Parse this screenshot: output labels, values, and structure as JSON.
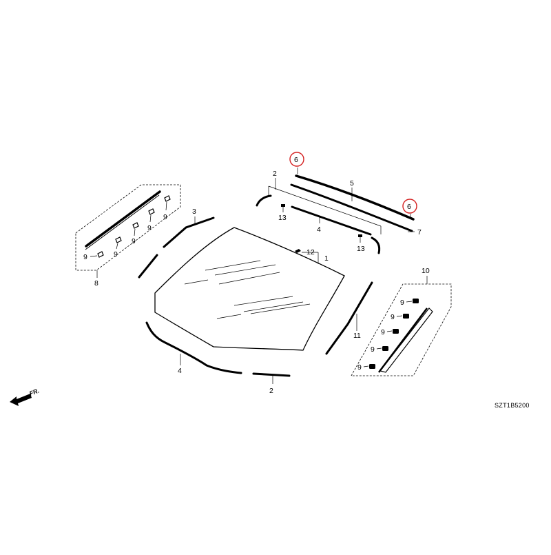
{
  "diagram": {
    "code": "SZT1B5200",
    "front_marker": "FR.",
    "highlight_color": "#d42020",
    "labels": {
      "p1": "1",
      "p2_top": "2",
      "p2_bottom": "2",
      "p3": "3",
      "p4_top": "4",
      "p4_bottom": "4",
      "p5": "5",
      "p6_left": "6",
      "p6_right": "6",
      "p7": "7",
      "p8": "8",
      "p9_a": "9",
      "p9_b": "9",
      "p9_c": "9",
      "p9_d": "9",
      "p9_e": "9",
      "p9_f": "9",
      "p9_g": "9",
      "p9_h": "9",
      "p9_i": "9",
      "p9_j": "9",
      "p10": "10",
      "p11": "11",
      "p12": "12",
      "p13_left": "13",
      "p13_right": "13"
    }
  }
}
